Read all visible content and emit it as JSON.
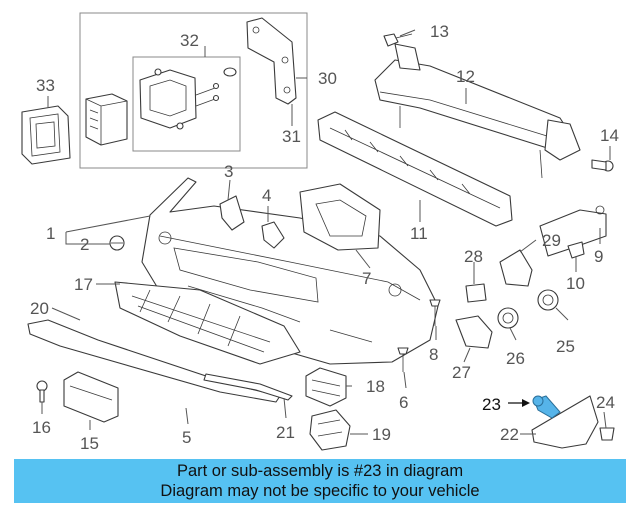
{
  "diagram": {
    "callouts": [
      {
        "id": "c1",
        "label": "1"
      },
      {
        "id": "c2",
        "label": "2"
      },
      {
        "id": "c3",
        "label": "3"
      },
      {
        "id": "c4",
        "label": "4"
      },
      {
        "id": "c5",
        "label": "5"
      },
      {
        "id": "c6",
        "label": "6"
      },
      {
        "id": "c7",
        "label": "7"
      },
      {
        "id": "c8",
        "label": "8"
      },
      {
        "id": "c9",
        "label": "9"
      },
      {
        "id": "c10",
        "label": "10"
      },
      {
        "id": "c11",
        "label": "11"
      },
      {
        "id": "c12",
        "label": "12"
      },
      {
        "id": "c13",
        "label": "13"
      },
      {
        "id": "c14",
        "label": "14"
      },
      {
        "id": "c15",
        "label": "15"
      },
      {
        "id": "c16",
        "label": "16"
      },
      {
        "id": "c17",
        "label": "17"
      },
      {
        "id": "c18",
        "label": "18"
      },
      {
        "id": "c19",
        "label": "19"
      },
      {
        "id": "c20",
        "label": "20"
      },
      {
        "id": "c21",
        "label": "21"
      },
      {
        "id": "c22",
        "label": "22"
      },
      {
        "id": "c23",
        "label": "23"
      },
      {
        "id": "c24",
        "label": "24"
      },
      {
        "id": "c25",
        "label": "25"
      },
      {
        "id": "c26",
        "label": "26"
      },
      {
        "id": "c27",
        "label": "27"
      },
      {
        "id": "c28",
        "label": "28"
      },
      {
        "id": "c29",
        "label": "29"
      },
      {
        "id": "c30",
        "label": "30"
      },
      {
        "id": "c31",
        "label": "31"
      },
      {
        "id": "c32",
        "label": "32"
      },
      {
        "id": "c33",
        "label": "33"
      }
    ],
    "highlight_part": "23",
    "highlight_color": "#56b4e9",
    "line_color": "#3a3a3a"
  },
  "banner": {
    "line1": "Part or sub-assembly is #23 in diagram",
    "line2": "Diagram may not be specific to your vehicle",
    "color": "#56c2f2"
  }
}
